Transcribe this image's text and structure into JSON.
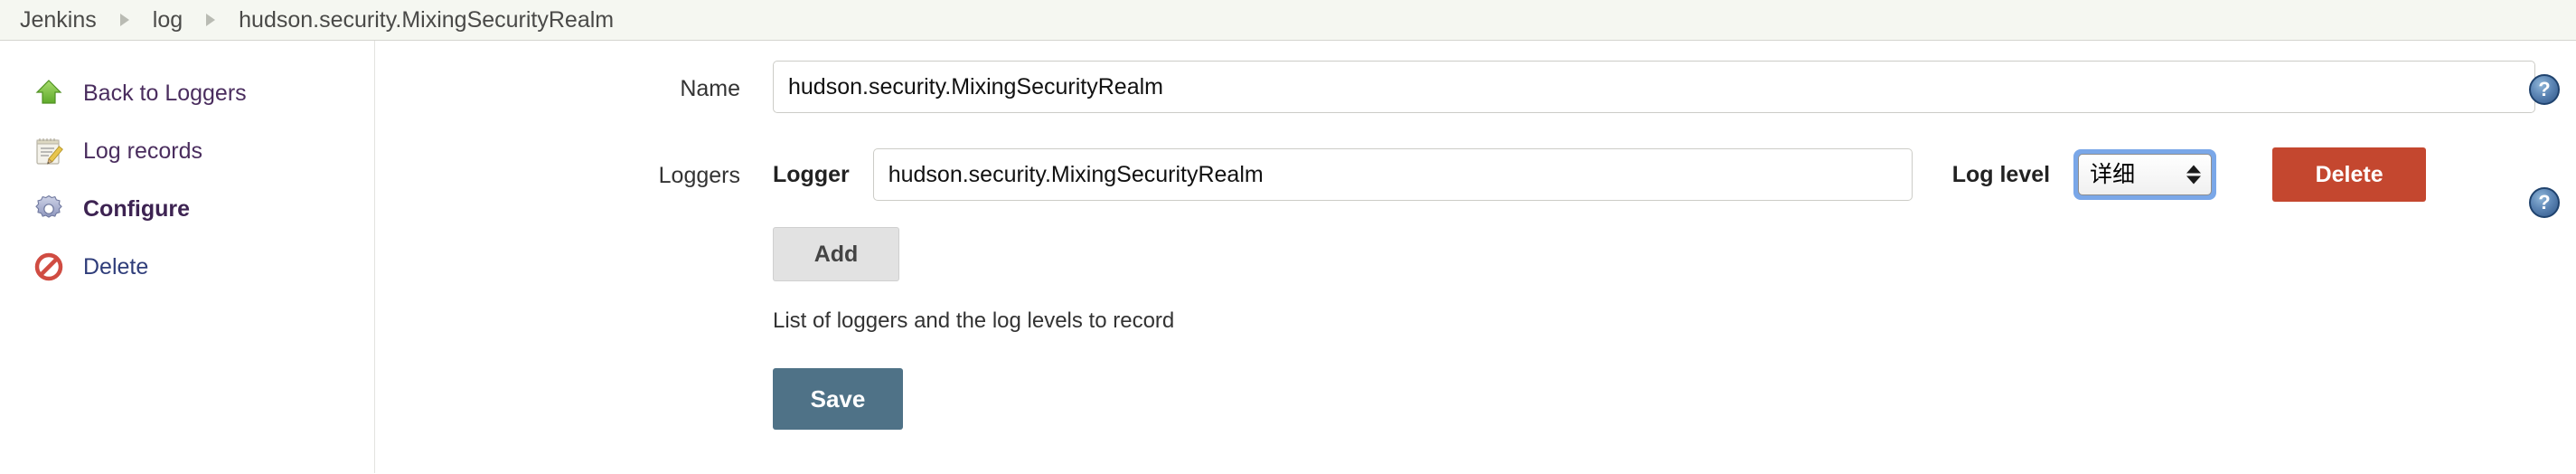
{
  "breadcrumb": {
    "items": [
      {
        "label": "Jenkins"
      },
      {
        "label": "log"
      },
      {
        "label": "hudson.security.MixingSecurityRealm"
      }
    ]
  },
  "sidebar": {
    "items": [
      {
        "label": "Back to Loggers",
        "icon": "up-arrow-icon",
        "active": false
      },
      {
        "label": "Log records",
        "icon": "notepad-icon",
        "active": false
      },
      {
        "label": "Configure",
        "icon": "gear-icon",
        "active": true
      },
      {
        "label": "Delete",
        "icon": "forbidden-icon",
        "active": false
      }
    ]
  },
  "form": {
    "name_label": "Name",
    "name_value": "hudson.security.MixingSecurityRealm",
    "loggers_label": "Loggers",
    "logger_sublabel": "Logger",
    "logger_value": "hudson.security.MixingSecurityRealm",
    "loglevel_label": "Log level",
    "loglevel_value": "详细",
    "loglevel_options": [
      "详细"
    ],
    "delete_label": "Delete",
    "add_label": "Add",
    "loggers_hint": "List of loggers and the log levels to record",
    "save_label": "Save",
    "help_glyph": "?"
  },
  "colors": {
    "breadcrumb_bg": "#f5f7f1",
    "delete_button": "#c4472f",
    "save_button": "#4f7287",
    "focus_ring": "#7aa7e8",
    "link_text": "#4a2d5e"
  }
}
